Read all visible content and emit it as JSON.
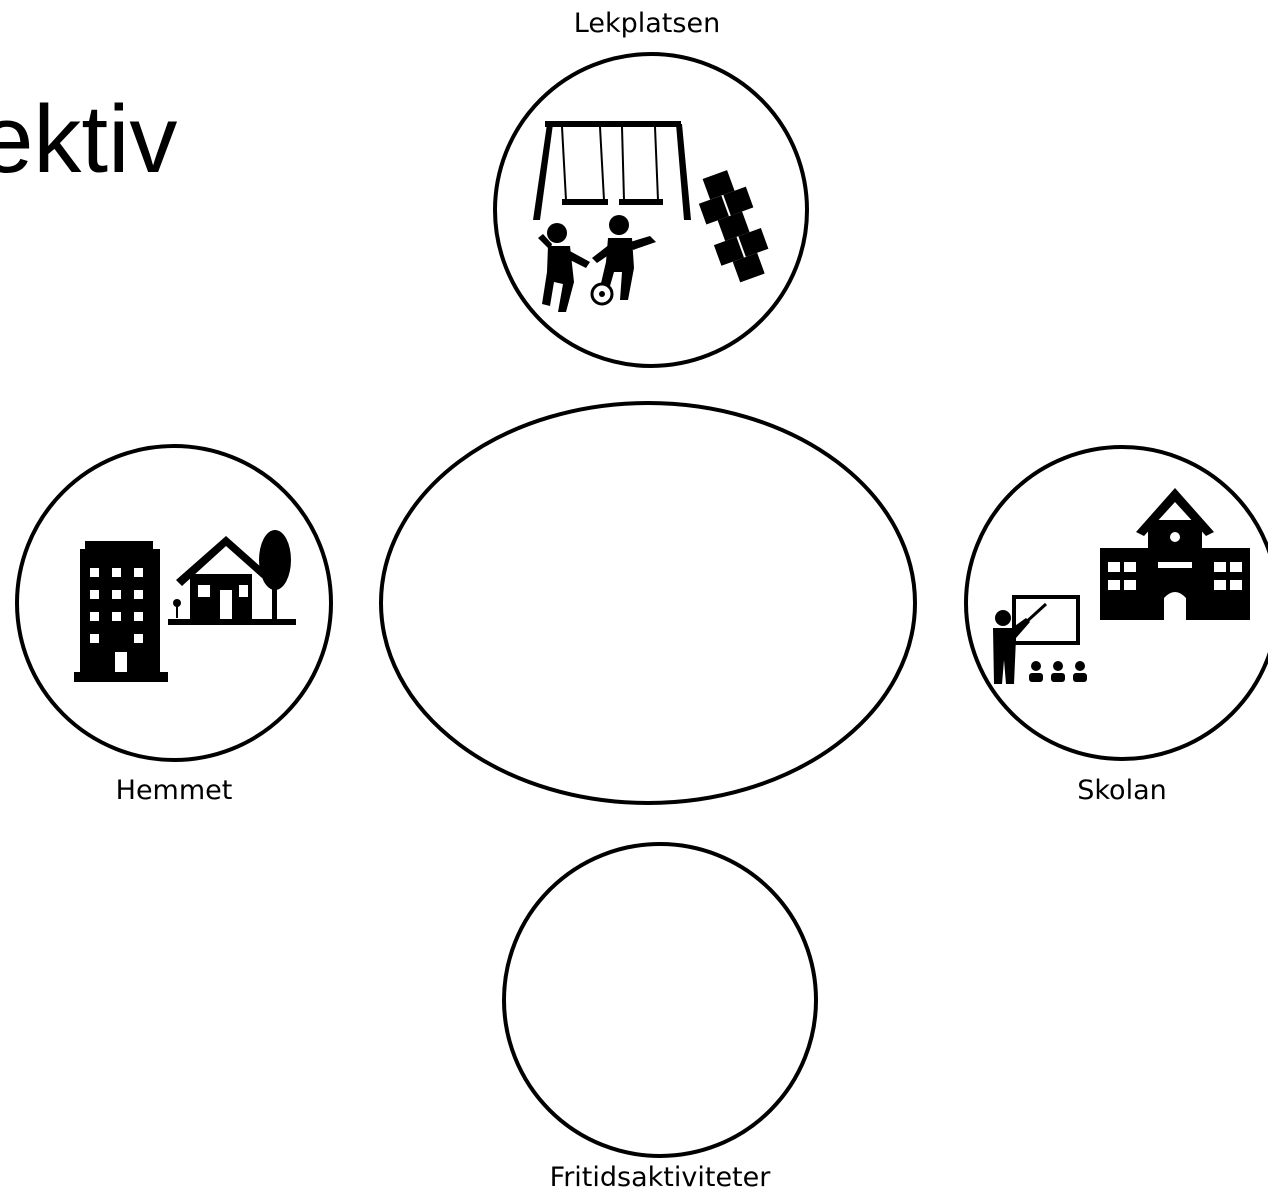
{
  "title_fragment": "ektiv",
  "nodes": {
    "top": {
      "label": "Lekplatsen",
      "icon": "playground-icon"
    },
    "left": {
      "label": "Hemmet",
      "icon": "home-icon"
    },
    "right": {
      "label": "Skolan",
      "icon": "school-icon"
    },
    "bottom": {
      "label": "Fritidsaktiviteter",
      "icon": ""
    }
  },
  "colors": {
    "stroke": "#000000",
    "background": "#ffffff"
  }
}
